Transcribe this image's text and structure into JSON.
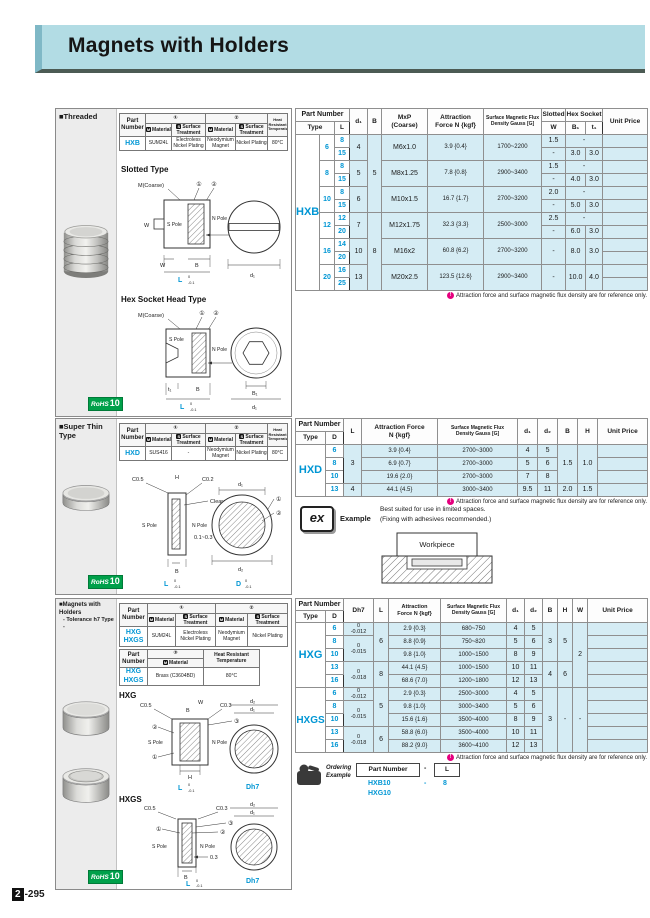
{
  "page": {
    "title": "Magnets with Holders",
    "page_num": "2",
    "page_suffix": "-295"
  },
  "common": {
    "part_number": "Part Number",
    "type": "Type",
    "unit_price": "Unit Price",
    "m_icon": "M",
    "s_icon": "S",
    "material": "Material",
    "surface": "Surface Treatment",
    "c1": "①",
    "c2": "②",
    "c3": "③",
    "heat": "Heat Resistant Temperature",
    "note": "Attraction force and surface magnetic flux density are for reference only.",
    "note_icon": "!",
    "rohs": "RoHS",
    "rohs10": "10"
  },
  "diag": {
    "m_coarse": "M(Coarse)",
    "s_pole": "S Pole",
    "n_pole": "N Pole",
    "gap": "0.1~0.3",
    "w": "W",
    "b": "B",
    "l": "L",
    "h": "H",
    "d1": "d₁",
    "d2": "d₂",
    "b1": "B₁",
    "t1": "t₁",
    "c05": "C0.5",
    "c02": "C0.2",
    "c03": "C0.3",
    "clearance": "Clearance",
    "gap03": "0.3",
    "dcap": "D",
    "dh7": "Dh7",
    "tol0": "0",
    "tol1": "-0.1"
  },
  "sec1": {
    "label": "■Threaded",
    "spec": {
      "part": "HXB",
      "m1": "SUM24L",
      "s1": "Electroless Nickel Plating",
      "m2": "Neodymium Magnet",
      "s2": "Nickel Plating",
      "heat": "80°C"
    },
    "slotted_title": "Slotted Type",
    "hex_title": "Hex Socket Head Type"
  },
  "sec2": {
    "label": "■Super Thin Type",
    "spec": {
      "part": "HXD",
      "m1": "SUS416",
      "s1": "-",
      "m2": "Neodymium Magnet",
      "s2": "Nickel Plating",
      "heat": "80°C"
    }
  },
  "sec3": {
    "label": "■Magnets with Holders",
    "label2": "- Tolerance h7 Type -",
    "spec1": {
      "part": "HXG\nHXGS",
      "m1": "SUM24L",
      "s1": "Electroless Nickel Plating",
      "m2": "Neodymium Magnet",
      "s2": "Nickel Plating"
    },
    "spec2": {
      "part": "HXG\nHXGS",
      "m3": "Brass (C3604BD)",
      "heat": "80°C"
    },
    "hxg_title": "HXG",
    "hxgs_title": "HXGS"
  },
  "hxb": {
    "label": "HXB",
    "h_l": "L",
    "h_d1": "d₁",
    "h_b": "B",
    "h_mxp": "MxP\n(Coarse)",
    "h_force": "Attraction\nForce N {kgf}",
    "h_flux": "Surface Magnetic Flux\nDensity Gauss [G]",
    "h_slotted": "Slotted",
    "h_hex": "Hex Socket",
    "h_w": "W",
    "h_b1": "B₁",
    "h_t1": "t₁",
    "b_values": [
      "5",
      "8"
    ],
    "groups": [
      {
        "type": "6",
        "l1": "8",
        "l2": "15",
        "d1": "4",
        "mxp": "M6x1.0",
        "force": "3.9 {0.4}",
        "flux": "1700~2200",
        "w1": "1.5",
        "w2": "-",
        "hex_dash": "-",
        "b1": "3.0",
        "t1": "3.0"
      },
      {
        "type": "8",
        "l1": "8",
        "l2": "15",
        "d1": "5",
        "mxp": "M8x1.25",
        "force": "7.8 {0.8}",
        "flux": "2900~3400",
        "w1": "1.5",
        "w2": "-",
        "hex_dash": "-",
        "b1": "4.0",
        "t1": "3.0"
      },
      {
        "type": "10",
        "l1": "8",
        "l2": "15",
        "d1": "6",
        "mxp": "M10x1.5",
        "force": "16.7 {1.7}",
        "flux": "2700~3200",
        "w1": "2.0",
        "w2": "-",
        "hex_dash": "-",
        "b1": "5.0",
        "t1": "3.0"
      },
      {
        "type": "12",
        "l1": "12",
        "l2": "20",
        "d1": "7",
        "mxp": "M12x1.75",
        "force": "32.3 {3.3}",
        "flux": "2500~3000",
        "w1": "2.5",
        "w2": "-",
        "hex_dash": "-",
        "b1": "6.0",
        "t1": "3.0"
      },
      {
        "type": "16",
        "l1": "14",
        "l2": "20",
        "d1": "10",
        "mxp": "M16x2",
        "force": "60.8 {6.2}",
        "flux": "2700~3200",
        "w": "-",
        "b1": "8.0",
        "t1": "3.0"
      },
      {
        "type": "20",
        "l1": "16",
        "l2": "25",
        "d1": "13",
        "mxp": "M20x2.5",
        "force": "123.5 {12.6}",
        "flux": "2900~3400",
        "w": "-",
        "b1": "10.0",
        "t1": "4.0"
      }
    ]
  },
  "hxd": {
    "label": "HXD",
    "h_d": "D",
    "h_l": "L",
    "h_force": "Attraction Force\nN {kgf}",
    "h_flux": "Surface Magnetic Flux\nDensity Gauss [G]",
    "h_d1": "d₁",
    "h_d2": "d₂",
    "h_b": "B",
    "h_h": "H",
    "l_123": "3",
    "l_4": "4",
    "b_123": "1.5",
    "h_123": "1.0",
    "b_4": "2.0",
    "h_4": "1.5",
    "rows": [
      {
        "d": "6",
        "force": "3.9 {0.4}",
        "flux": "2700~3000",
        "d1": "4",
        "d2": "5"
      },
      {
        "d": "8",
        "force": "6.9 {0.7}",
        "flux": "2700~3000",
        "d1": "5",
        "d2": "6"
      },
      {
        "d": "10",
        "force": "19.6 {2.0}",
        "flux": "2700~3000",
        "d1": "7",
        "d2": "8"
      },
      {
        "d": "13",
        "force": "44.1 {4.5}",
        "flux": "3000~3400",
        "d1": "9.5",
        "d2": "11"
      }
    ]
  },
  "example": {
    "icon": "ex",
    "label": "Example",
    "line1": "Best suited for use in limited spaces.",
    "line2": "(Fixing with adhesives recommended.)",
    "workpiece": "Workpiece"
  },
  "hxgt": {
    "h_d": "D",
    "h_dh7": "Dh7",
    "h_l": "L",
    "h_force": "Attraction\nForce N {kgf}",
    "h_flux": "Surface Magnetic Flux\nDensity Gauss [G]",
    "h_d1": "d₁",
    "h_d2": "d₂",
    "h_b": "B",
    "h_h": "H",
    "h_w": "W",
    "dh7a": "0\n-0.012",
    "dh7b": "0\n-0.015",
    "dh7c": "0\n-0.018",
    "hxg": {
      "label": "HXG",
      "l_123": "6",
      "l_45": "8",
      "b_123": "3",
      "h_123": "5",
      "b_45": "4",
      "h_45": "6",
      "w_all": "2",
      "rows": [
        {
          "d": "6",
          "force": "2.9 {0.3}",
          "flux": "680~750",
          "d1": "4",
          "d2": "5"
        },
        {
          "d": "8",
          "force": "8.8 {0.9}",
          "flux": "750~820",
          "d1": "5",
          "d2": "6"
        },
        {
          "d": "10",
          "force": "9.8 {1.0}",
          "flux": "1000~1500",
          "d1": "8",
          "d2": "9"
        },
        {
          "d": "13",
          "force": "44.1 {4.5}",
          "flux": "1000~1500",
          "d1": "10",
          "d2": "11"
        },
        {
          "d": "16",
          "force": "68.6 {7.0}",
          "flux": "1200~1800",
          "d1": "12",
          "d2": "13"
        }
      ]
    },
    "hxgs": {
      "label": "HXGS",
      "l_123": "5",
      "l_45": "6",
      "b_all": "3",
      "h_all": "-",
      "w_all": "-",
      "rows": [
        {
          "d": "6",
          "force": "2.9 {0.3}",
          "flux": "2500~3000",
          "d1": "4",
          "d2": "5"
        },
        {
          "d": "8",
          "force": "9.8 {1.0}",
          "flux": "3000~3400",
          "d1": "5",
          "d2": "6"
        },
        {
          "d": "10",
          "force": "15.6 {1.6}",
          "flux": "3500~4000",
          "d1": "8",
          "d2": "9"
        },
        {
          "d": "13",
          "force": "58.8 {6.0}",
          "flux": "3500~4000",
          "d1": "10",
          "d2": "11"
        },
        {
          "d": "16",
          "force": "88.2 {9.0}",
          "flux": "3600~4100",
          "d1": "12",
          "d2": "13"
        }
      ]
    }
  },
  "ordering": {
    "label": "Ordering\nExample",
    "box1": "Part Number",
    "dash": "-",
    "box2": "L",
    "ex1_part": "HXB10",
    "ex1_dash": "-",
    "ex1_l": "8",
    "ex2_part": "HXG10"
  }
}
